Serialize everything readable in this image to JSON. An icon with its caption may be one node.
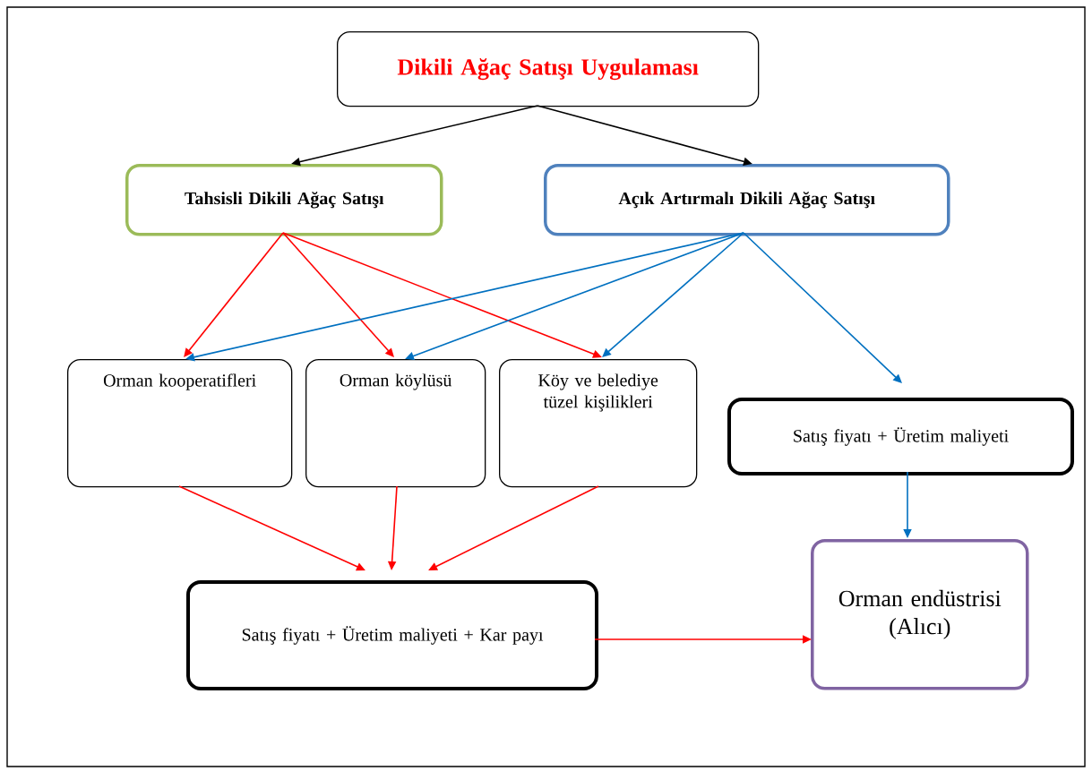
{
  "diagram": {
    "nodes": [
      {
        "text": [
          "Dikili Ağaç Satışı Uygulaması"
        ]
      },
      {
        "text": [
          "Tahsisli Dikili Ağaç Satışı"
        ]
      },
      {
        "text": [
          "Açık Artırmalı Dikili Ağaç Satışı"
        ]
      },
      {
        "text": [
          "Orman kooperatifleri"
        ]
      },
      {
        "text": [
          "Orman köylüsü"
        ]
      },
      {
        "text": [
          "Köy ve belediye tüzel kişilikleri"
        ]
      },
      {
        "text": [
          "Satış fiyatı + Üretim maliyeti"
        ]
      },
      {
        "text": [
          "Satış fiyatı + Üretim maliyeti + Kar payı"
        ]
      },
      {
        "text": [
          "Orman endüstrisi (Alıcı)"
        ]
      }
    ],
    "edges": [
      {
        "from": 0,
        "to": 1,
        "arrow": "to",
        "color": "#000000"
      },
      {
        "from": 0,
        "to": 2,
        "arrow": "to",
        "color": "#000000"
      },
      {
        "from": 1,
        "to": 3,
        "arrow": "to"
      },
      {
        "from": 1,
        "to": 4,
        "arrow": "to"
      },
      {
        "from": 1,
        "to": 5,
        "arrow": "to"
      },
      {
        "from": 2,
        "to": 3,
        "arrow": "to",
        "color": "#0070c0"
      },
      {
        "from": 2,
        "to": 4,
        "arrow": "to",
        "color": "#0070c0"
      },
      {
        "from": 2,
        "to": 5,
        "arrow": "to",
        "color": "#0070c0"
      },
      {
        "from": 2,
        "to": 6,
        "arrow": "to",
        "color": "#0070c0"
      },
      {
        "from": 3,
        "to": 7,
        "arrow": "to"
      },
      {
        "from": 4,
        "to": 7,
        "arrow": "to"
      },
      {
        "from": 5,
        "to": 7,
        "arrow": "to"
      },
      {
        "from": 6,
        "to": 8,
        "arrow": "to",
        "color": "#0070c0"
      },
      {
        "from": 7,
        "to": 8,
        "arrow": "to"
      }
    ]
  }
}
